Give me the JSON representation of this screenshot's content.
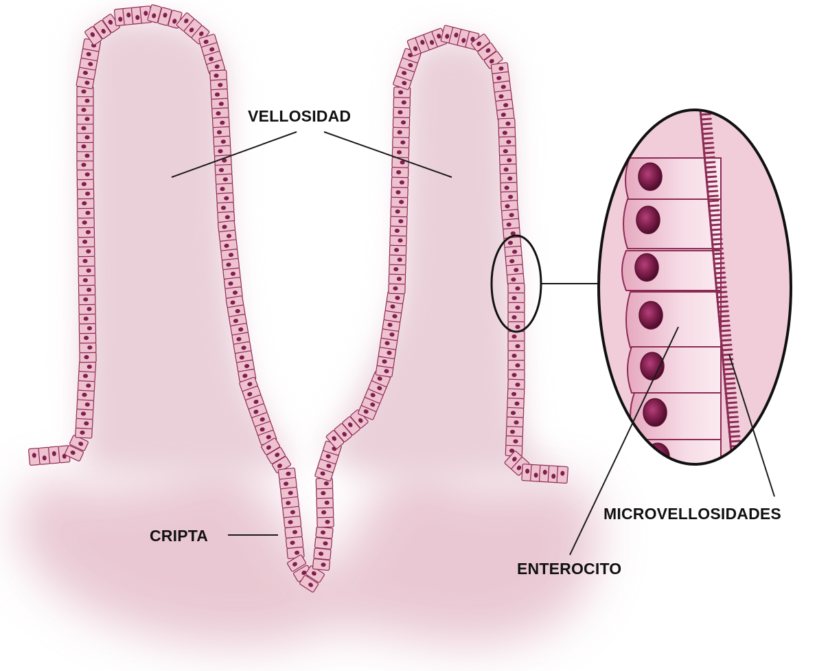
{
  "labels": {
    "villus": "VELLOSIDAD",
    "crypt": "CRIPTA",
    "microvilli": "MICROVELLOSIDADES",
    "enterocyte": "ENTEROCITO"
  },
  "colors": {
    "tissue": "#e9c9d3",
    "tissue_light": "#f5e3ea",
    "cell_fill": "#efc2d0",
    "cell_border": "#8c2a54",
    "nucleus": "#7e1f4c",
    "nucleus_dark": "#5a0f33",
    "outline": "#111111",
    "leader": "#1a1a1a"
  }
}
